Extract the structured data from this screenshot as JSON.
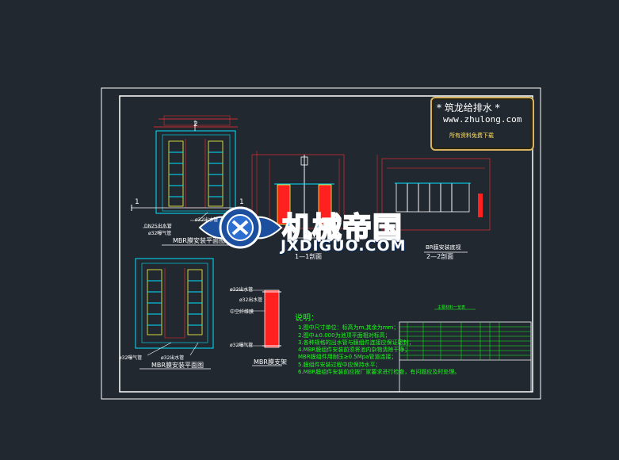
{
  "stamp": {
    "title": "* 筑龙给排水 *",
    "url": "www.zhulong.com",
    "tagline": "所有资料免费下载"
  },
  "watermark": {
    "title": "机械帝国",
    "url": "JXDIGUO.COM"
  },
  "views": {
    "plan_top": "MBR膜安装平面图",
    "plan_bottom": "MBR膜安装平面图",
    "section_1": "1—1剖面",
    "section_2": "2—2剖面",
    "section_2_prefix": "BR膜安装底视",
    "module": "MBR膜支架"
  },
  "marks": {
    "section_no_1": "1",
    "section_no_1b": "1",
    "section_no_2": "2",
    "pipe_dn": "DN25出水管",
    "pipe_a": "ø32曝气管",
    "pipe_b": "ø32出水管",
    "pipe_c": "ø32曝气管",
    "pipe_d": "ø32出水管",
    "pipe_e": "ø32出水管",
    "mod_top": "ø32出水管",
    "mod_mid": "中空纤维膜",
    "mod_bot": "ø32曝气管"
  },
  "notes": {
    "heading": "说明：",
    "items": [
      "1.图中尺寸单位：标高为m,其余为mm；",
      "2.图中±0.000为池顶平面相对标高；",
      "3.各种规格的出水管与膜组件连接应保证密封；",
      "4.MBR膜组件安装前须将池内杂物清除干净；",
      "  MBR膜组件用耐压≥0.5Mpa管道连接；",
      "5.膜组件安装过程中应保持水平；",
      "6.MBR膜组件安装前应按厂家要求进行检查，有问题应及时处理。"
    ]
  },
  "table": {
    "title": "主要材料一览表"
  },
  "colors": {
    "background": "#212830",
    "frame": "#ffffff",
    "cyan": "#00e5ff",
    "green": "#19ff19",
    "red": "#ff2020",
    "stamp_border": "#d6b25e"
  }
}
